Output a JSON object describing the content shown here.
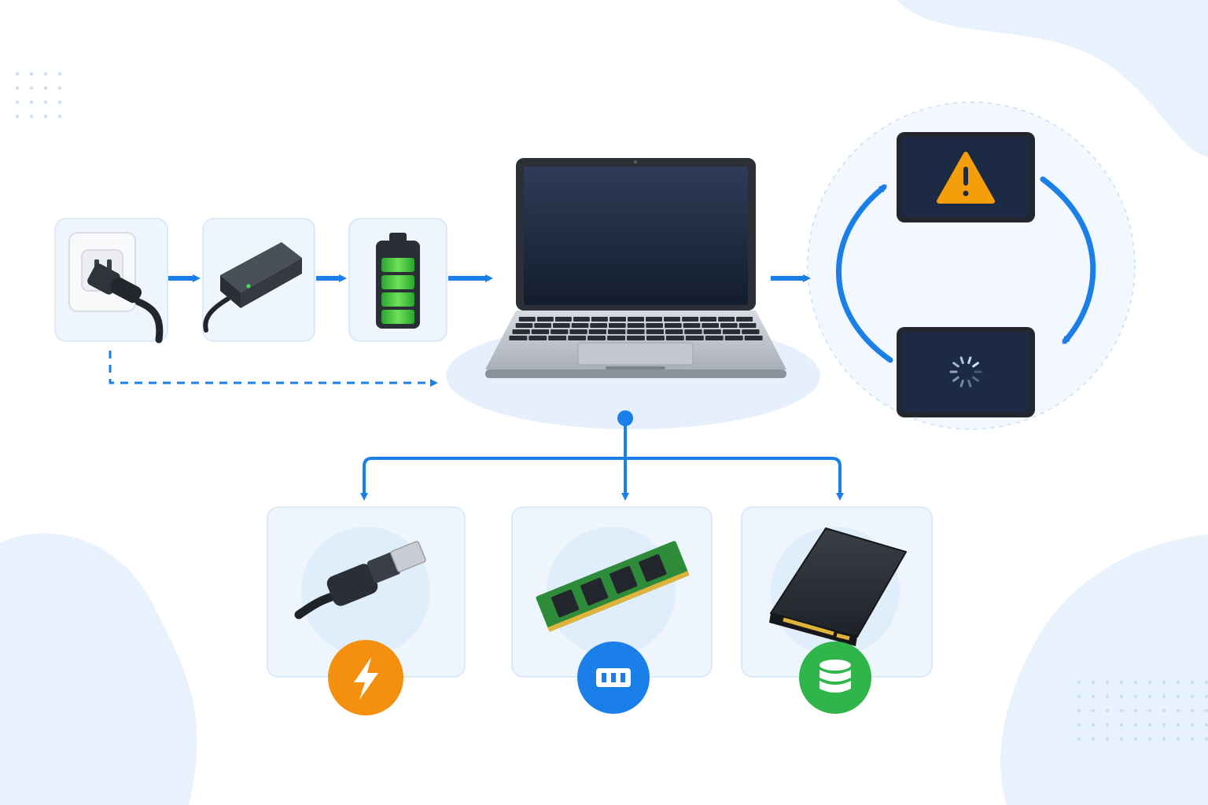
{
  "colors": {
    "accent": "#1a7fe8",
    "card_fill": "#eef5fd",
    "card_stroke": "#d3e5f8",
    "blob": "#e8f2fc",
    "screen_dark": "#1c2a44",
    "warning": "#f59e0b",
    "power_badge": "#f5900f",
    "memory_badge": "#1a7fe8",
    "storage_badge": "#2fb54a",
    "battery_green": "#35c93a"
  },
  "power_chain": [
    {
      "id": "wall-outlet",
      "icon": "outlet-plug-icon"
    },
    {
      "id": "power-adapter",
      "icon": "adapter-brick-icon"
    },
    {
      "id": "battery",
      "icon": "battery-full-icon",
      "charge_level": 1.0
    }
  ],
  "laptop": {
    "icon": "laptop-icon"
  },
  "boot_cycle": [
    {
      "id": "error-screen",
      "icon": "warning-icon"
    },
    {
      "id": "loading-screen",
      "icon": "spinner-icon"
    }
  ],
  "components": [
    {
      "id": "dc-power-jack",
      "icon": "dc-barrel-plug-icon",
      "badge_icon": "lightning-icon"
    },
    {
      "id": "ram-module",
      "icon": "ram-stick-icon",
      "badge_icon": "memory-chip-icon"
    },
    {
      "id": "ssd-drive",
      "icon": "ssd-icon",
      "badge_icon": "database-icon"
    }
  ]
}
